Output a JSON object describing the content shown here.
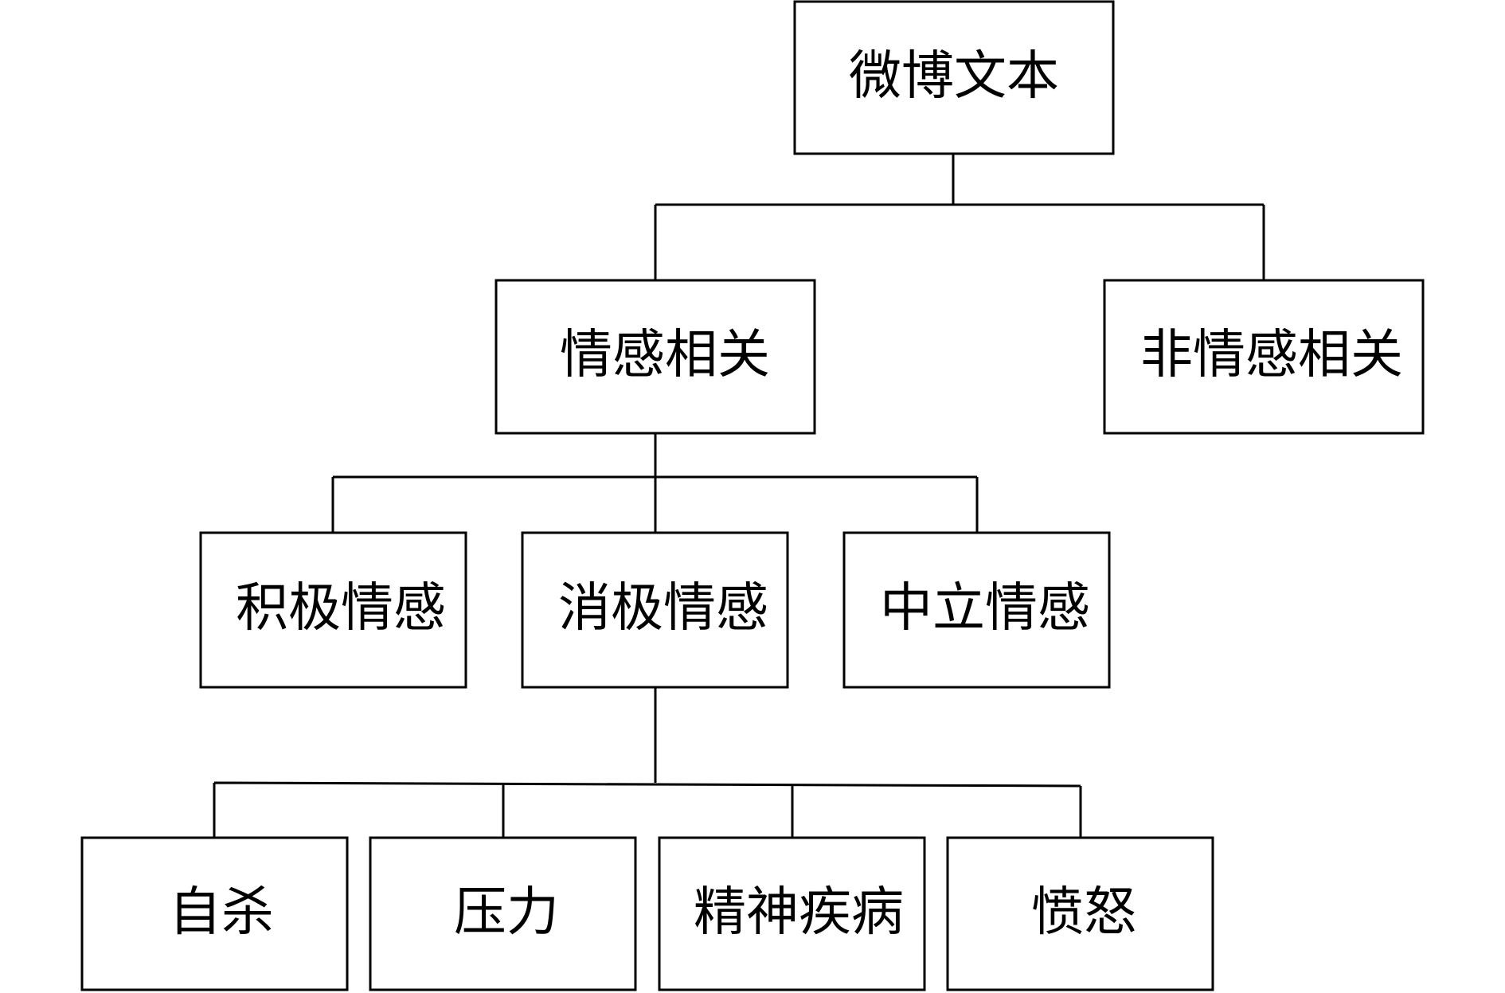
{
  "diagram": {
    "root": "微博文本",
    "level1": {
      "related": "情感相关",
      "unrelated": "非情感相关"
    },
    "level2": {
      "positive": "积极情感",
      "negative": "消极情感",
      "neutral": "中立情感"
    },
    "level3": {
      "suicide": "自杀",
      "pressure": "压力",
      "mental_illness": "精神疾病",
      "anger": "愤怒"
    }
  },
  "colors": {
    "stroke": "#000000",
    "background": "#ffffff"
  }
}
